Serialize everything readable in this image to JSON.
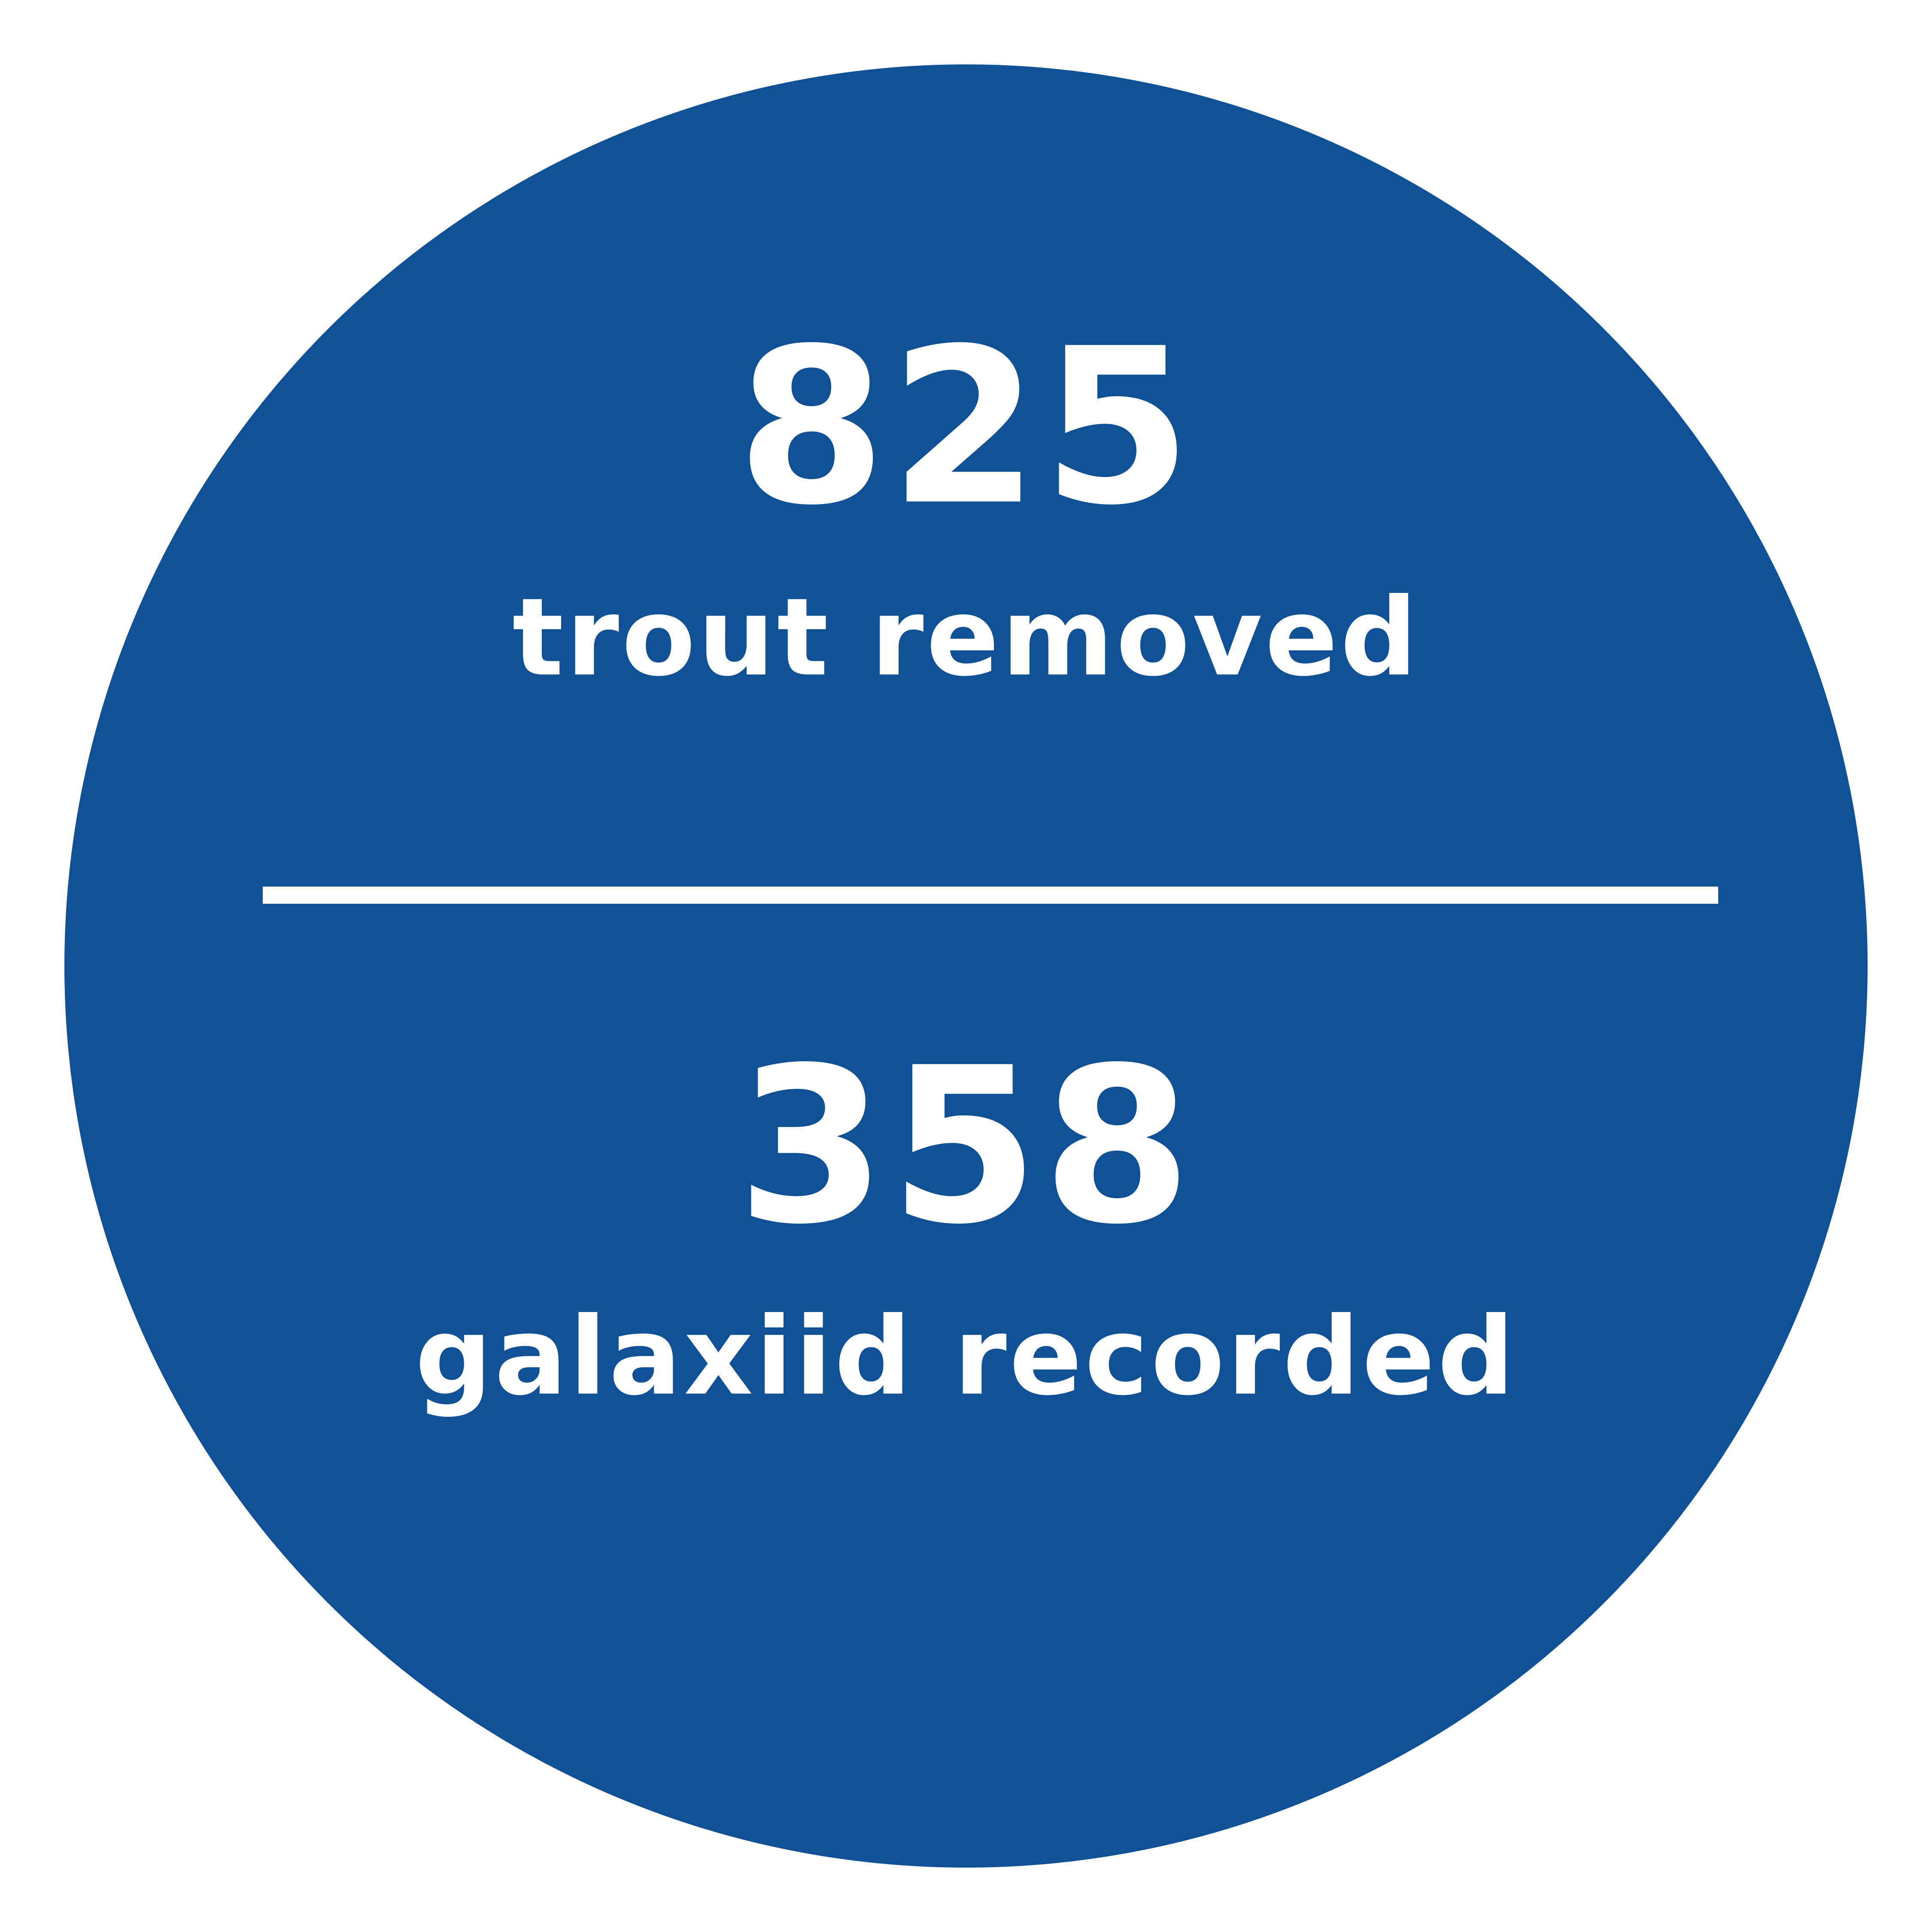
{
  "colors": {
    "circle_fill": "#0f5096",
    "text": "#ffffff",
    "background": "#ffffff"
  },
  "stats": [
    {
      "value": "825",
      "label": "trout removed"
    },
    {
      "value": "358",
      "label": "galaxiid recorded"
    }
  ]
}
